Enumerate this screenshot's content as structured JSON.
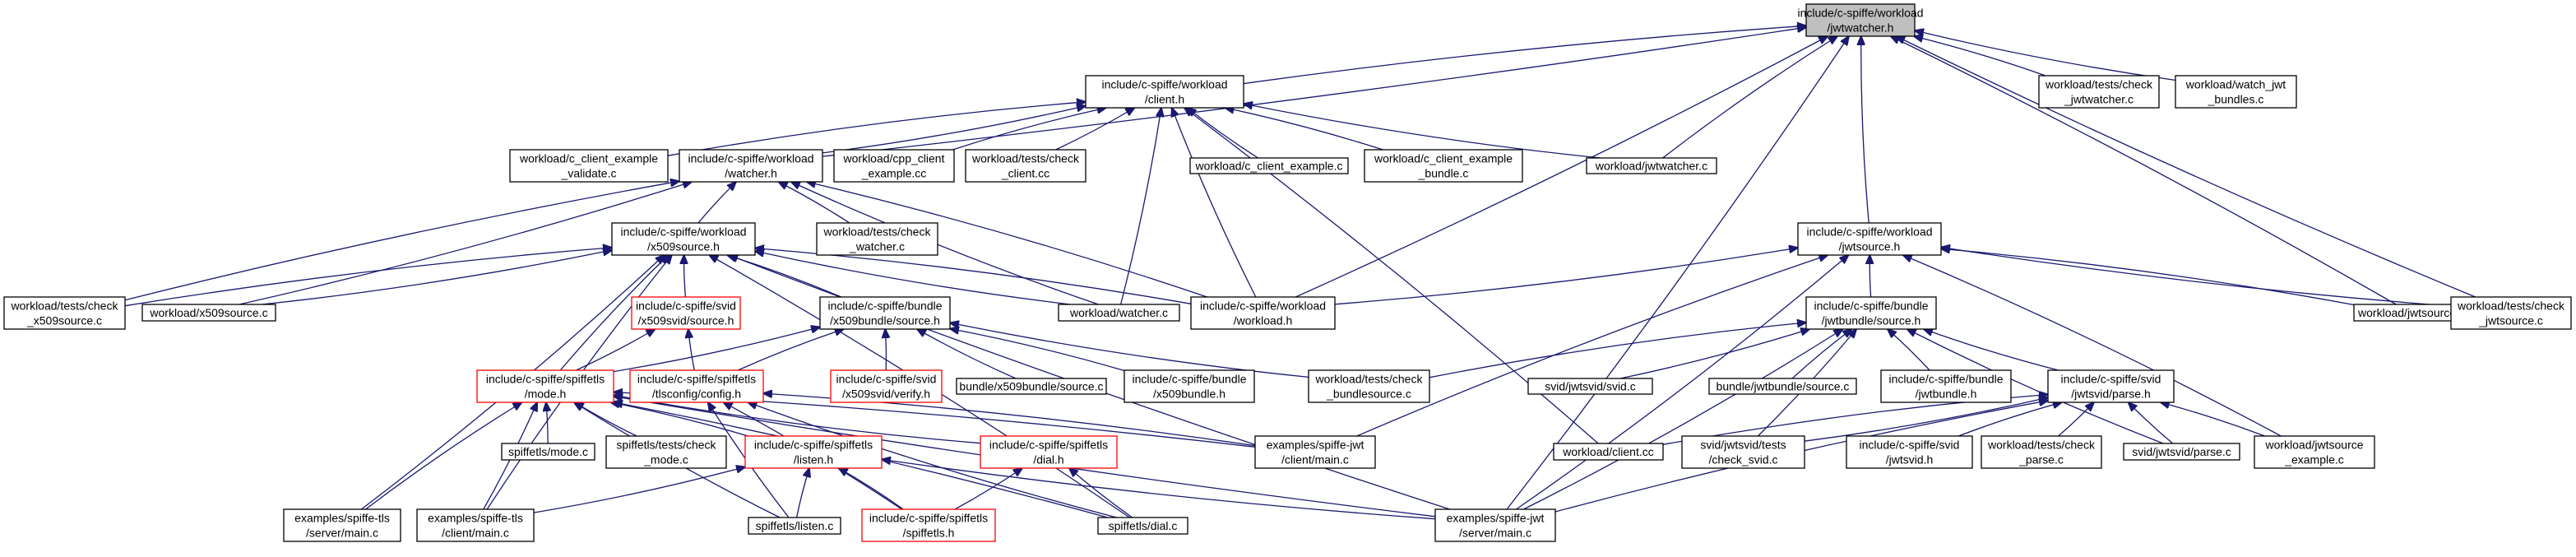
{
  "colors": {
    "edge": "#191970",
    "border_normal": "#000000",
    "border_incomplete": "#ff0000",
    "fill_normal": "#ffffff",
    "fill_focus": "#bfbfbf"
  },
  "nodes": [
    {
      "id": "jwtwatcher_h",
      "lines": [
        "include/c-spiffe/workload",
        "/jwtwatcher.h"
      ],
      "style": "focus"
    },
    {
      "id": "client_h",
      "lines": [
        "include/c-spiffe/workload",
        "/client.h"
      ],
      "style": "normal"
    },
    {
      "id": "check_jwtwatcher_c",
      "lines": [
        "workload/tests/check",
        "_jwtwatcher.c"
      ],
      "style": "normal"
    },
    {
      "id": "watch_jwt_bundles_c",
      "lines": [
        "workload/watch_jwt",
        "_bundles.c"
      ],
      "style": "normal"
    },
    {
      "id": "c_client_example_validate_c",
      "lines": [
        "workload/c_client_example",
        "_validate.c"
      ],
      "style": "normal"
    },
    {
      "id": "watcher_h",
      "lines": [
        "include/c-spiffe/workload",
        "/watcher.h"
      ],
      "style": "normal"
    },
    {
      "id": "cpp_client_example_cc",
      "lines": [
        "workload/cpp_client",
        "_example.cc"
      ],
      "style": "normal"
    },
    {
      "id": "check_client_cc",
      "lines": [
        "workload/tests/check",
        "_client.cc"
      ],
      "style": "normal"
    },
    {
      "id": "c_client_example_c",
      "lines": [
        "workload/c_client_example.c"
      ],
      "style": "normal"
    },
    {
      "id": "c_client_example_bundle_c",
      "lines": [
        "workload/c_client_example",
        "_bundle.c"
      ],
      "style": "normal"
    },
    {
      "id": "jwtwatcher_c",
      "lines": [
        "workload/jwtwatcher.c"
      ],
      "style": "normal"
    },
    {
      "id": "x509source_h",
      "lines": [
        "include/c-spiffe/workload",
        "/x509source.h"
      ],
      "style": "normal"
    },
    {
      "id": "check_watcher_c",
      "lines": [
        "workload/tests/check",
        "_watcher.c"
      ],
      "style": "normal"
    },
    {
      "id": "jwtsource_h",
      "lines": [
        "include/c-spiffe/workload",
        "/jwtsource.h"
      ],
      "style": "normal"
    },
    {
      "id": "check_x509source_c",
      "lines": [
        "workload/tests/check",
        "_x509source.c"
      ],
      "style": "normal"
    },
    {
      "id": "x509source_c",
      "lines": [
        "workload/x509source.c"
      ],
      "style": "normal"
    },
    {
      "id": "x509svid_source_h",
      "lines": [
        "include/c-spiffe/svid",
        "/x509svid/source.h"
      ],
      "style": "incomplete"
    },
    {
      "id": "x509bundle_source_h",
      "lines": [
        "include/c-spiffe/bundle",
        "/x509bundle/source.h"
      ],
      "style": "normal"
    },
    {
      "id": "watcher_c",
      "lines": [
        "workload/watcher.c"
      ],
      "style": "normal"
    },
    {
      "id": "workload_h",
      "lines": [
        "include/c-spiffe/workload",
        "/workload.h"
      ],
      "style": "normal"
    },
    {
      "id": "jwtbundle_source_h",
      "lines": [
        "include/c-spiffe/bundle",
        "/jwtbundle/source.h"
      ],
      "style": "normal"
    },
    {
      "id": "jwtsource_c",
      "lines": [
        "workload/jwtsource.c"
      ],
      "style": "normal"
    },
    {
      "id": "check_jwtsource_c",
      "lines": [
        "workload/tests/check",
        "_jwtsource.c"
      ],
      "style": "normal"
    },
    {
      "id": "spiffetls_mode_h",
      "lines": [
        "include/c-spiffe/spiffetls",
        "/mode.h"
      ],
      "style": "incomplete"
    },
    {
      "id": "tlsconfig_config_h",
      "lines": [
        "include/c-spiffe/spiffetls",
        "/tlsconfig/config.h"
      ],
      "style": "incomplete"
    },
    {
      "id": "x509svid_verify_h",
      "lines": [
        "include/c-spiffe/svid",
        "/x509svid/verify.h"
      ],
      "style": "incomplete"
    },
    {
      "id": "bundle_x509bundle_source_c",
      "lines": [
        "bundle/x509bundle/source.c"
      ],
      "style": "normal"
    },
    {
      "id": "bundle_x509bundle_h",
      "lines": [
        "include/c-spiffe/bundle",
        "/x509bundle.h"
      ],
      "style": "normal"
    },
    {
      "id": "check_bundlesource_c",
      "lines": [
        "workload/tests/check",
        "_bundlesource.c"
      ],
      "style": "normal"
    },
    {
      "id": "jwtsvid_svid_c",
      "lines": [
        "svid/jwtsvid/svid.c"
      ],
      "style": "normal"
    },
    {
      "id": "bundle_jwtbundle_source_c",
      "lines": [
        "bundle/jwtbundle/source.c"
      ],
      "style": "normal"
    },
    {
      "id": "bundle_jwtbundle_h",
      "lines": [
        "include/c-spiffe/bundle",
        "/jwtbundle.h"
      ],
      "style": "normal"
    },
    {
      "id": "jwtsvid_parse_h",
      "lines": [
        "include/c-spiffe/svid",
        "/jwtsvid/parse.h"
      ],
      "style": "normal"
    },
    {
      "id": "spiffetls_mode_c",
      "lines": [
        "spiffetls/mode.c"
      ],
      "style": "normal"
    },
    {
      "id": "spiffetls_check_mode_c",
      "lines": [
        "spiffetls/tests/check",
        "_mode.c"
      ],
      "style": "normal"
    },
    {
      "id": "spiffetls_listen_h",
      "lines": [
        "include/c-spiffe/spiffetls",
        "/listen.h"
      ],
      "style": "incomplete"
    },
    {
      "id": "spiffetls_dial_h",
      "lines": [
        "include/c-spiffe/spiffetls",
        "/dial.h"
      ],
      "style": "incomplete"
    },
    {
      "id": "jwt_client_main_c",
      "lines": [
        "examples/spiffe-jwt",
        "/client/main.c"
      ],
      "style": "normal"
    },
    {
      "id": "client_cc",
      "lines": [
        "workload/client.cc"
      ],
      "style": "normal"
    },
    {
      "id": "jwtsvid_check_svid_c",
      "lines": [
        "svid/jwtsvid/tests",
        "/check_svid.c"
      ],
      "style": "normal"
    },
    {
      "id": "svid_jwtsvid_h",
      "lines": [
        "include/c-spiffe/svid",
        "/jwtsvid.h"
      ],
      "style": "normal"
    },
    {
      "id": "check_parse_c",
      "lines": [
        "workload/tests/check",
        "_parse.c"
      ],
      "style": "normal"
    },
    {
      "id": "jwtsvid_parse_c",
      "lines": [
        "svid/jwtsvid/parse.c"
      ],
      "style": "normal"
    },
    {
      "id": "jwtsource_example_c",
      "lines": [
        "workload/jwtsource",
        "_example.c"
      ],
      "style": "normal"
    },
    {
      "id": "tls_server_main_c",
      "lines": [
        "examples/spiffe-tls",
        "/server/main.c"
      ],
      "style": "normal"
    },
    {
      "id": "tls_client_main_c",
      "lines": [
        "examples/spiffe-tls",
        "/client/main.c"
      ],
      "style": "normal"
    },
    {
      "id": "spiffetls_listen_c",
      "lines": [
        "spiffetls/listen.c"
      ],
      "style": "normal"
    },
    {
      "id": "spiffetls_spiffetls_h",
      "lines": [
        "include/c-spiffe/spiffetls",
        "/spiffetls.h"
      ],
      "style": "incomplete"
    },
    {
      "id": "spiffetls_dial_c",
      "lines": [
        "spiffetls/dial.c"
      ],
      "style": "normal"
    },
    {
      "id": "jwt_server_main_c",
      "lines": [
        "examples/spiffe-jwt",
        "/server/main.c"
      ],
      "style": "normal"
    }
  ],
  "edges": [
    [
      "client_h",
      "jwtwatcher_h"
    ],
    [
      "watcher_h",
      "jwtwatcher_h"
    ],
    [
      "jwtwatcher_c",
      "jwtwatcher_h"
    ],
    [
      "workload_h",
      "jwtwatcher_h"
    ],
    [
      "jwtsource_h",
      "jwtwatcher_h"
    ],
    [
      "check_jwtwatcher_c",
      "jwtwatcher_h"
    ],
    [
      "watch_jwt_bundles_c",
      "jwtwatcher_h"
    ],
    [
      "jwtsource_c",
      "jwtwatcher_h"
    ],
    [
      "check_jwtsource_c",
      "jwtwatcher_h"
    ],
    [
      "jwt_server_main_c",
      "jwtwatcher_h"
    ],
    [
      "c_client_example_validate_c",
      "client_h"
    ],
    [
      "watcher_h",
      "client_h"
    ],
    [
      "cpp_client_example_cc",
      "client_h"
    ],
    [
      "check_client_cc",
      "client_h"
    ],
    [
      "c_client_example_c",
      "client_h"
    ],
    [
      "c_client_example_bundle_c",
      "client_h"
    ],
    [
      "jwtwatcher_c",
      "client_h"
    ],
    [
      "watcher_c",
      "client_h"
    ],
    [
      "workload_h",
      "client_h"
    ],
    [
      "client_cc",
      "client_h"
    ],
    [
      "x509source_h",
      "watcher_h"
    ],
    [
      "check_watcher_c",
      "watcher_h"
    ],
    [
      "check_x509source_c",
      "watcher_h"
    ],
    [
      "x509source_c",
      "watcher_h"
    ],
    [
      "watcher_c",
      "watcher_h"
    ],
    [
      "workload_h",
      "watcher_h"
    ],
    [
      "check_x509source_c",
      "x509source_h"
    ],
    [
      "x509source_c",
      "x509source_h"
    ],
    [
      "x509svid_source_h",
      "x509source_h"
    ],
    [
      "x509bundle_source_h",
      "x509source_h"
    ],
    [
      "watcher_c",
      "x509source_h"
    ],
    [
      "workload_h",
      "x509source_h"
    ],
    [
      "spiffetls_mode_h",
      "x509source_h"
    ],
    [
      "tls_server_main_c",
      "x509source_h"
    ],
    [
      "tls_client_main_c",
      "x509source_h"
    ],
    [
      "spiffetls_dial_c",
      "x509source_h"
    ],
    [
      "jwt_server_main_c",
      "x509source_h"
    ],
    [
      "spiffetls_mode_h",
      "x509svid_source_h"
    ],
    [
      "tlsconfig_config_h",
      "x509svid_source_h"
    ],
    [
      "spiffetls_mode_h",
      "x509bundle_source_h"
    ],
    [
      "tlsconfig_config_h",
      "x509bundle_source_h"
    ],
    [
      "x509svid_verify_h",
      "x509bundle_source_h"
    ],
    [
      "bundle_x509bundle_source_c",
      "x509bundle_source_h"
    ],
    [
      "bundle_x509bundle_h",
      "x509bundle_source_h"
    ],
    [
      "check_bundlesource_c",
      "x509bundle_source_h"
    ],
    [
      "workload_h",
      "jwtsource_h"
    ],
    [
      "jwtbundle_source_h",
      "jwtsource_h"
    ],
    [
      "jwtsource_c",
      "jwtsource_h"
    ],
    [
      "check_jwtsource_c",
      "jwtsource_h"
    ],
    [
      "jwtsource_example_c",
      "jwtsource_h"
    ],
    [
      "jwt_client_main_c",
      "jwtsource_h"
    ],
    [
      "jwt_server_main_c",
      "jwtsource_h"
    ],
    [
      "check_bundlesource_c",
      "jwtbundle_source_h"
    ],
    [
      "jwtsvid_svid_c",
      "jwtbundle_source_h"
    ],
    [
      "bundle_jwtbundle_source_c",
      "jwtbundle_source_h"
    ],
    [
      "bundle_jwtbundle_h",
      "jwtbundle_source_h"
    ],
    [
      "jwtsvid_parse_h",
      "jwtbundle_source_h"
    ],
    [
      "jwtsvid_check_svid_c",
      "jwtbundle_source_h"
    ],
    [
      "jwtsvid_parse_c",
      "jwtbundle_source_h"
    ],
    [
      "jwt_server_main_c",
      "jwtbundle_source_h"
    ],
    [
      "client_cc",
      "jwtsvid_parse_h"
    ],
    [
      "jwtsvid_check_svid_c",
      "jwtsvid_parse_h"
    ],
    [
      "svid_jwtsvid_h",
      "jwtsvid_parse_h"
    ],
    [
      "check_parse_c",
      "jwtsvid_parse_h"
    ],
    [
      "jwtsvid_parse_c",
      "jwtsvid_parse_h"
    ],
    [
      "jwtsource_example_c",
      "jwtsvid_parse_h"
    ],
    [
      "jwt_server_main_c",
      "jwtsvid_parse_h"
    ],
    [
      "spiffetls_mode_c",
      "spiffetls_mode_h"
    ],
    [
      "spiffetls_check_mode_c",
      "spiffetls_mode_h"
    ],
    [
      "spiffetls_listen_h",
      "spiffetls_mode_h"
    ],
    [
      "spiffetls_dial_h",
      "spiffetls_mode_h"
    ],
    [
      "jwt_client_main_c",
      "spiffetls_mode_h"
    ],
    [
      "tls_server_main_c",
      "spiffetls_mode_h"
    ],
    [
      "tls_client_main_c",
      "spiffetls_mode_h"
    ],
    [
      "spiffetls_listen_c",
      "spiffetls_mode_h"
    ],
    [
      "spiffetls_dial_c",
      "spiffetls_mode_h"
    ],
    [
      "jwt_server_main_c",
      "spiffetls_mode_h"
    ],
    [
      "spiffetls_spiffetls_h",
      "tlsconfig_config_h"
    ],
    [
      "spiffetls_dial_c",
      "tlsconfig_config_h"
    ],
    [
      "jwt_client_main_c",
      "tlsconfig_config_h"
    ],
    [
      "spiffetls_listen_c",
      "tlsconfig_config_h"
    ],
    [
      "tls_client_main_c",
      "spiffetls_listen_h"
    ],
    [
      "spiffetls_listen_c",
      "spiffetls_listen_h"
    ],
    [
      "spiffetls_spiffetls_h",
      "spiffetls_listen_h"
    ],
    [
      "jwt_server_main_c",
      "spiffetls_listen_h"
    ],
    [
      "spiffetls_spiffetls_h",
      "spiffetls_dial_h"
    ],
    [
      "spiffetls_dial_c",
      "spiffetls_dial_h"
    ]
  ]
}
